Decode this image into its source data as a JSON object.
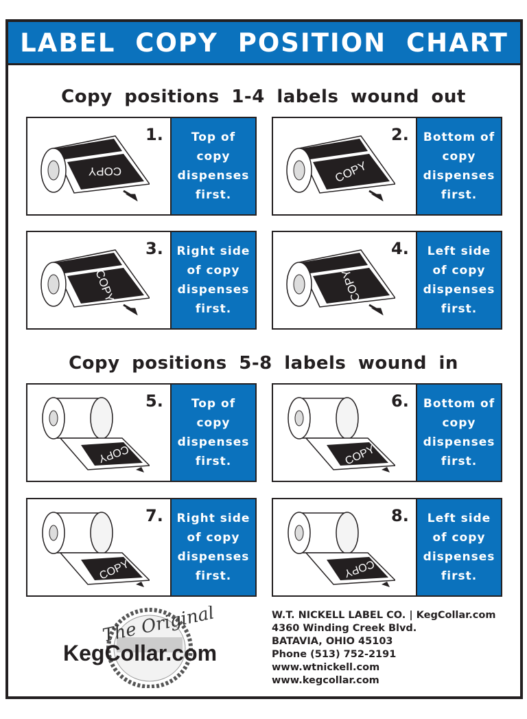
{
  "title": "LABEL   COPY   POSITION   CHART",
  "section_out": "Copy positions  1-4 labels  wound out",
  "section_in": "Copy positions  5-8 labels  wound in",
  "label_text": "COPY",
  "colors": {
    "blue": "#0b72bd",
    "dark": "#231f20"
  },
  "positions": [
    {
      "num": "1.",
      "lines": [
        "Top of",
        "copy",
        "dispenses",
        "first."
      ],
      "wound": "out"
    },
    {
      "num": "2.",
      "lines": [
        "Bottom of",
        "copy",
        "dispenses",
        "first."
      ],
      "wound": "out"
    },
    {
      "num": "3.",
      "lines": [
        "Right side",
        "of copy",
        "dispenses",
        "first."
      ],
      "wound": "out"
    },
    {
      "num": "4.",
      "lines": [
        "Left side",
        "of copy",
        "dispenses",
        "first."
      ],
      "wound": "out"
    },
    {
      "num": "5.",
      "lines": [
        "Top of",
        "copy",
        "dispenses",
        "first."
      ],
      "wound": "in"
    },
    {
      "num": "6.",
      "lines": [
        "Bottom of",
        "copy",
        "dispenses",
        "first."
      ],
      "wound": "in"
    },
    {
      "num": "7.",
      "lines": [
        "Right side",
        "of copy",
        "dispenses",
        "first."
      ],
      "wound": "in"
    },
    {
      "num": "8.",
      "lines": [
        "Left side",
        "of copy",
        "dispenses",
        "first."
      ],
      "wound": "in"
    }
  ],
  "logo": {
    "script": "The Original",
    "name": "KegCollar.com"
  },
  "address": [
    "W.T. NICKELL LABEL CO. | KegCollar.com",
    "4360 Winding Creek Blvd.",
    "BATAVIA, OHIO  45103",
    "Phone (513) 752-2191",
    "www.wtnickell.com",
    "www.kegcollar.com"
  ]
}
